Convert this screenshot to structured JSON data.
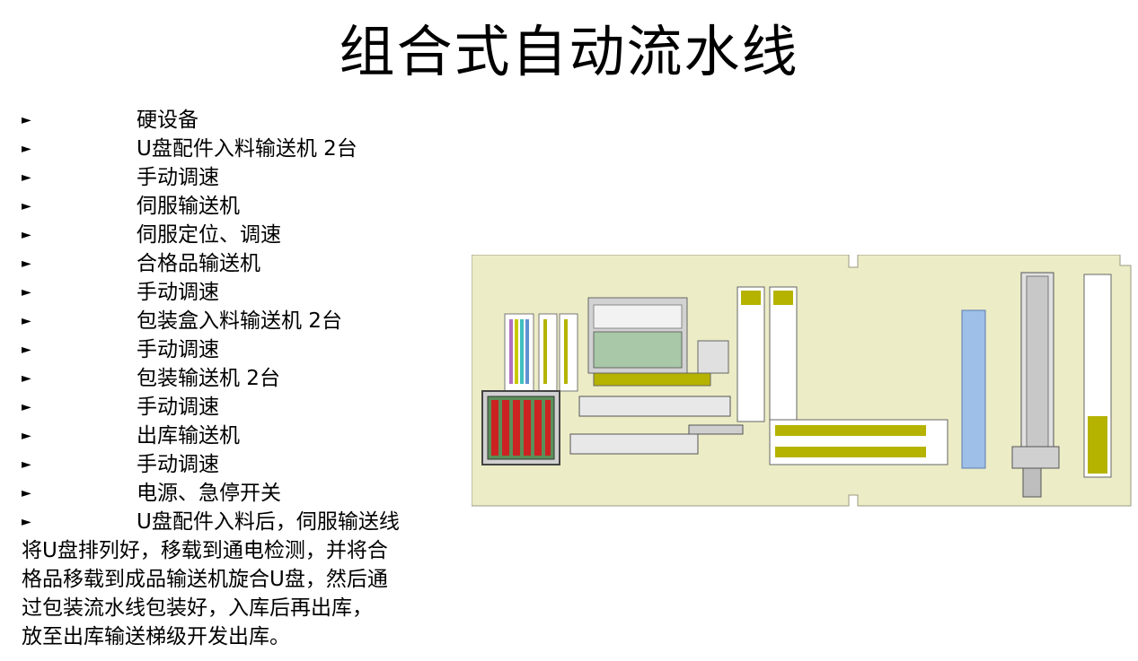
{
  "title": "组合式自动流水线",
  "bullets": [
    "硬设备",
    "U盘配件入料输送机  2台",
    "手动调速",
    "伺服输送机",
    "伺服定位、调速",
    "合格品输送机",
    "手动调速",
    "包装盒入料输送机  2台",
    "手动调速",
    "包装输送机  2台",
    "手动调速",
    "出库输送机",
    "手动调速",
    "电源、急停开关"
  ],
  "paragraph": {
    "first_line": "U盘配件入料后，伺服输送线",
    "lines": [
      "将U盘排列好，移载到通电检测，并将合",
      "格品移载到成品输送机旋合U盘，然后通",
      "过包装流水线包装好，入库后再出库，",
      "放至出库输送梯级开发出库。"
    ]
  },
  "colors": {
    "floor": "#ececc6",
    "olive": "#b5b300",
    "blue": "#9ec0e8",
    "machine_gray": "#d2d2d2"
  },
  "icons": {
    "bullet": "triangle-right-icon"
  }
}
